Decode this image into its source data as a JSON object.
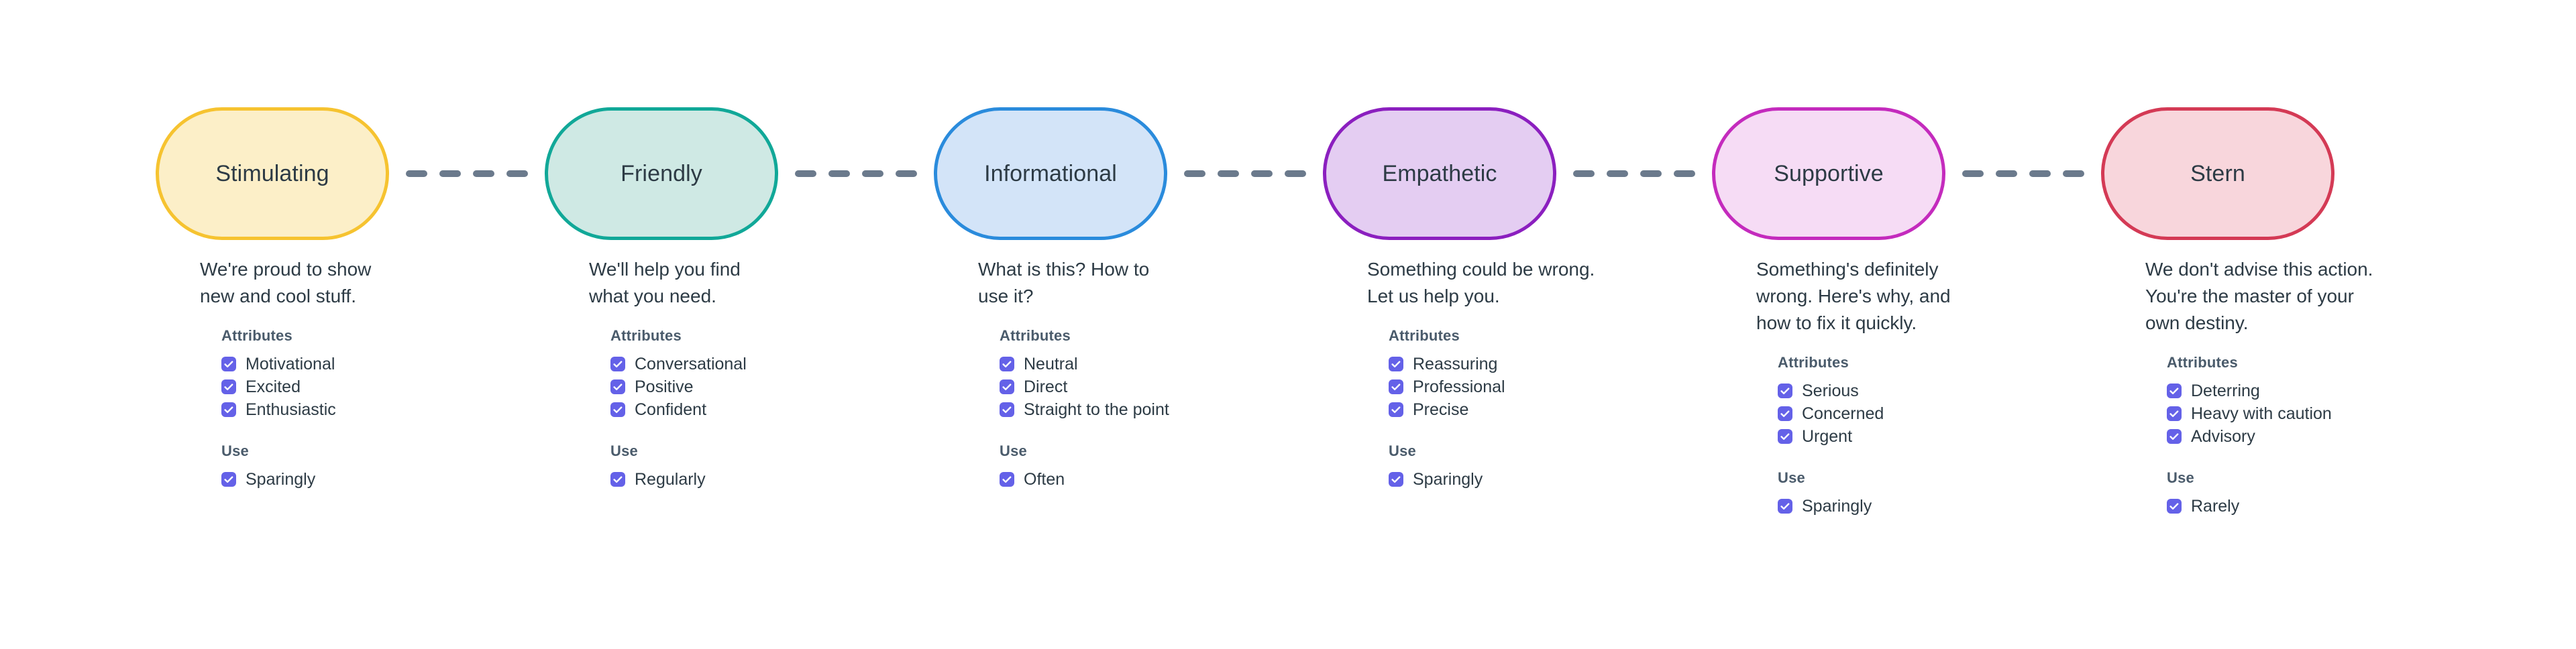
{
  "theme": {
    "background": "#ffffff",
    "text_color": "#2d3b45",
    "muted_text_color": "#4a5b6b",
    "checkbox_color": "#6461e8",
    "connector_color": "#6b7a8c"
  },
  "connector": {
    "dash_count": 4
  },
  "group_titles": {
    "attributes": "Attributes",
    "use": "Use"
  },
  "tones": [
    {
      "name": "Stimulating",
      "fill": "#fcefc8",
      "border": "#f6c330",
      "description": "We're proud to show\nnew and cool stuff.",
      "attributes_title": "Attributes",
      "attributes": [
        "Motivational",
        "Excited",
        "Enthusiastic"
      ],
      "use_title": "Use",
      "use": [
        "Sparingly"
      ]
    },
    {
      "name": "Friendly",
      "fill": "#cfe9e4",
      "border": "#11a898",
      "description": "We'll help you find\nwhat you need.",
      "attributes_title": "Attributes",
      "attributes": [
        "Conversational",
        "Positive",
        "Confident"
      ],
      "use_title": "Use",
      "use": [
        "Regularly"
      ]
    },
    {
      "name": "Informational",
      "fill": "#d3e4f8",
      "border": "#2a8bdc",
      "description": "What is this? How to\nuse it?",
      "attributes_title": "Attributes",
      "attributes": [
        "Neutral",
        "Direct",
        "Straight to the point"
      ],
      "use_title": "Use",
      "use": [
        "Often"
      ]
    },
    {
      "name": "Empathetic",
      "fill": "#e4cdf2",
      "border": "#8b1fbf",
      "description": "Something could be wrong.\nLet us help you.",
      "attributes_title": "Attributes",
      "attributes": [
        "Reassuring",
        "Professional",
        "Precise"
      ],
      "use_title": "Use",
      "use": [
        "Sparingly"
      ]
    },
    {
      "name": "Supportive",
      "fill": "#f6dcf5",
      "border": "#c42bbd",
      "description": "Something's definitely\nwrong. Here's why, and\nhow to fix it quickly.",
      "attributes_title": "Attributes",
      "attributes": [
        "Serious",
        "Concerned",
        "Urgent"
      ],
      "use_title": "Use",
      "use": [
        "Sparingly"
      ]
    },
    {
      "name": "Stern",
      "fill": "#f8d6dc",
      "border": "#d43a55",
      "description": "We don't advise this action.\nYou're the master of your\nown destiny.",
      "attributes_title": "Attributes",
      "attributes": [
        "Deterring",
        "Heavy with caution",
        "Advisory"
      ],
      "use_title": "Use",
      "use": [
        "Rarely"
      ]
    }
  ]
}
